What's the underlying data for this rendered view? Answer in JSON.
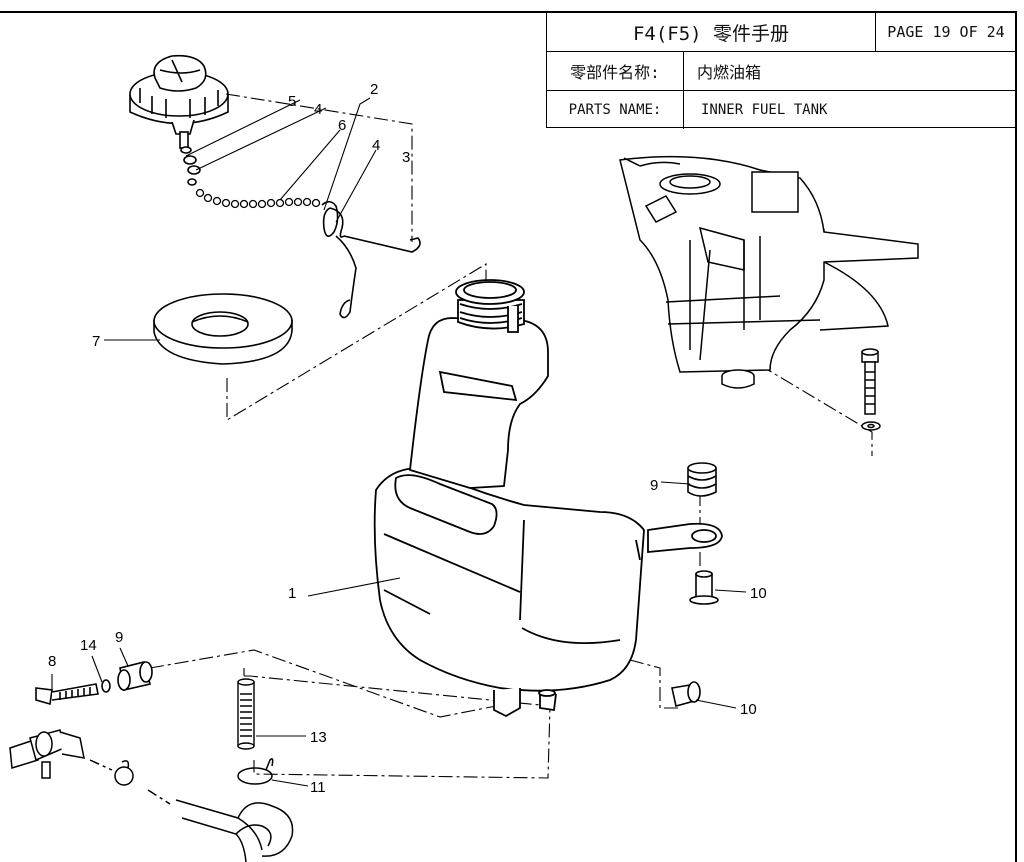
{
  "title_block": {
    "model": "F4(F5) 零件手册",
    "page": "PAGE 19 OF 24",
    "name_label_cn": "零部件名称:",
    "name_value_cn": "内燃油箱",
    "name_label_en": "PARTS NAME:",
    "name_value_en": "INNER FUEL TANK"
  },
  "callouts": {
    "c1": "1",
    "c2": "2",
    "c3": "3",
    "c4a": "4",
    "c4b": "4",
    "c5": "5",
    "c6": "6",
    "c7": "7",
    "c8": "8",
    "c9a": "9",
    "c9b": "9",
    "c10a": "10",
    "c10b": "10",
    "c11": "11",
    "c13": "13",
    "c14": "14"
  }
}
